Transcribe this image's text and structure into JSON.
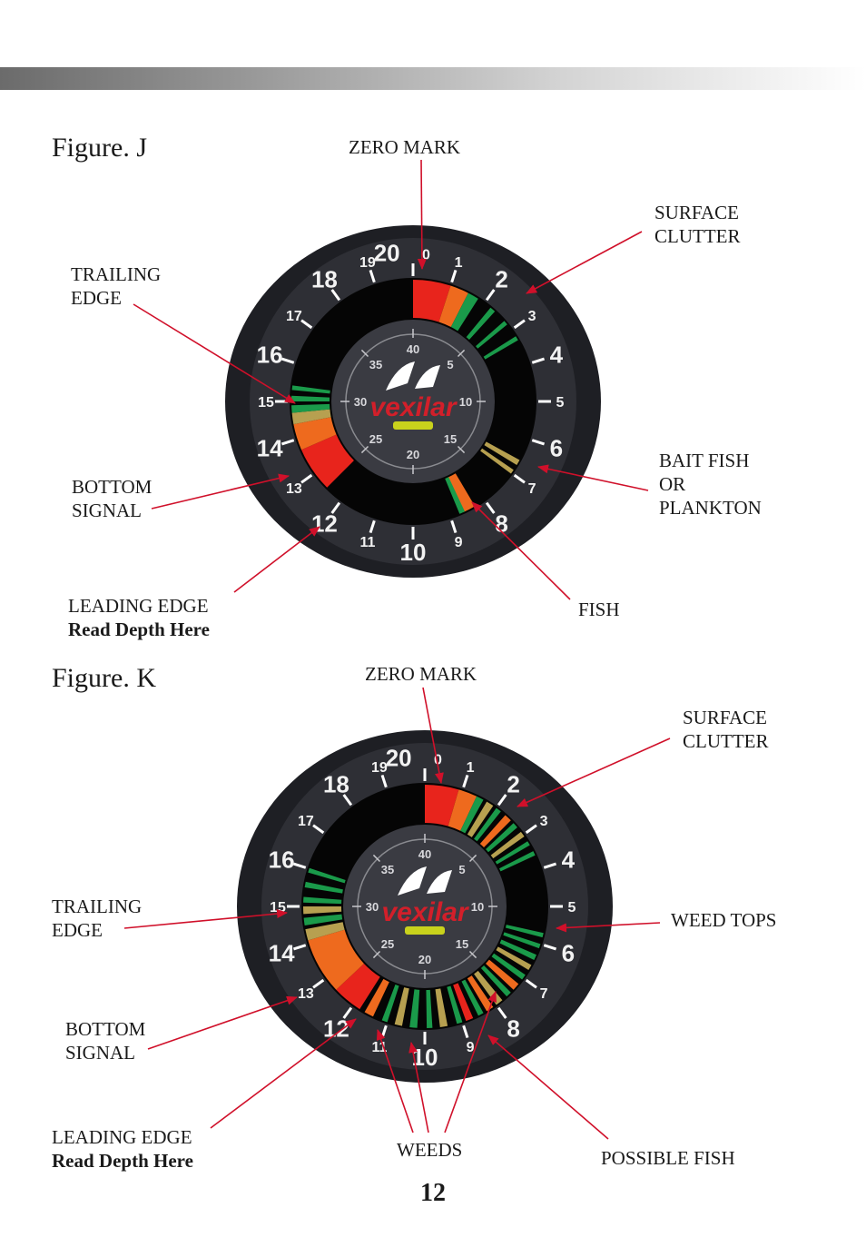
{
  "page_number": "12",
  "colors": {
    "arrow": "#d0102a",
    "red": "#e8241c",
    "orange": "#ee6a1e",
    "green": "#1a9a4a",
    "tan": "#b7a050",
    "bezel": "#2e2f35"
  },
  "logo_text": "vexilar",
  "dial_numbers": [
    "0",
    "1",
    "2",
    "3",
    "4",
    "5",
    "6",
    "7",
    "8",
    "9",
    "10",
    "11",
    "12",
    "13",
    "14",
    "15",
    "16",
    "17",
    "18",
    "19",
    "20"
  ],
  "inner_numbers": [
    "5",
    "10",
    "15",
    "20",
    "25",
    "30",
    "35",
    "40"
  ],
  "figure_j": {
    "title": "Figure. J",
    "labels": {
      "zero_mark": "ZERO MARK",
      "surface_clutter": "SURFACE\nCLUTTER",
      "trailing_edge": "TRAILING\nEDGE",
      "bait_fish": "BAIT FISH\nOR\nPLANKTON",
      "bottom_signal": "BOTTOM\nSIGNAL",
      "leading_edge": "LEADING EDGE",
      "read_depth": "Read Depth Here",
      "fish": "FISH"
    },
    "sonar_marks": [
      {
        "depth": 0.0,
        "span": 1.0,
        "color": "red"
      },
      {
        "depth": 1.0,
        "span": 0.5,
        "color": "orange"
      },
      {
        "depth": 1.5,
        "span": 0.3,
        "color": "green"
      },
      {
        "depth": 2.2,
        "span": 0.15,
        "color": "green"
      },
      {
        "depth": 2.7,
        "span": 0.12,
        "color": "green"
      },
      {
        "depth": 3.2,
        "span": 0.12,
        "color": "green"
      },
      {
        "depth": 6.6,
        "span": 0.15,
        "color": "tan"
      },
      {
        "depth": 6.9,
        "span": 0.12,
        "color": "tan"
      },
      {
        "depth": 8.3,
        "span": 0.35,
        "color": "orange"
      },
      {
        "depth": 8.6,
        "span": 0.15,
        "color": "green"
      },
      {
        "depth": 12.5,
        "span": 1.2,
        "color": "red"
      },
      {
        "depth": 13.7,
        "span": 0.7,
        "color": "orange"
      },
      {
        "depth": 14.4,
        "span": 0.3,
        "color": "tan"
      },
      {
        "depth": 14.7,
        "span": 0.2,
        "color": "green"
      },
      {
        "depth": 15.0,
        "span": 0.15,
        "color": "green"
      },
      {
        "depth": 15.3,
        "span": 0.12,
        "color": "green"
      }
    ]
  },
  "figure_k": {
    "title": "Figure. K",
    "labels": {
      "zero_mark": "ZERO MARK",
      "surface_clutter": "SURFACE\nCLUTTER",
      "trailing_edge": "TRAILING\nEDGE",
      "weed_tops": "WEED TOPS",
      "bottom_signal": "BOTTOM\nSIGNAL",
      "leading_edge": "LEADING EDGE",
      "read_depth": "Read Depth Here",
      "weeds": "WEEDS",
      "possible_fish": "POSSIBLE FISH"
    },
    "sonar_marks": [
      {
        "depth": 0.0,
        "span": 0.9,
        "color": "red"
      },
      {
        "depth": 0.9,
        "span": 0.5,
        "color": "orange"
      },
      {
        "depth": 1.4,
        "span": 0.2,
        "color": "green"
      },
      {
        "depth": 1.7,
        "span": 0.2,
        "color": "tan"
      },
      {
        "depth": 2.0,
        "span": 0.15,
        "color": "green"
      },
      {
        "depth": 2.3,
        "span": 0.2,
        "color": "orange"
      },
      {
        "depth": 2.6,
        "span": 0.15,
        "color": "green"
      },
      {
        "depth": 2.9,
        "span": 0.15,
        "color": "tan"
      },
      {
        "depth": 3.2,
        "span": 0.12,
        "color": "green"
      },
      {
        "depth": 3.5,
        "span": 0.12,
        "color": "green"
      },
      {
        "depth": 5.7,
        "span": 0.12,
        "color": "green"
      },
      {
        "depth": 6.0,
        "span": 0.12,
        "color": "green"
      },
      {
        "depth": 6.3,
        "span": 0.15,
        "color": "green"
      },
      {
        "depth": 6.6,
        "span": 0.15,
        "color": "tan"
      },
      {
        "depth": 6.9,
        "span": 0.15,
        "color": "green"
      },
      {
        "depth": 7.2,
        "span": 0.2,
        "color": "orange"
      },
      {
        "depth": 7.5,
        "span": 0.15,
        "color": "green"
      },
      {
        "depth": 7.8,
        "span": 0.2,
        "color": "tan"
      },
      {
        "depth": 8.1,
        "span": 0.2,
        "color": "orange"
      },
      {
        "depth": 8.4,
        "span": 0.15,
        "color": "green"
      },
      {
        "depth": 8.7,
        "span": 0.2,
        "color": "red"
      },
      {
        "depth": 9.0,
        "span": 0.15,
        "color": "green"
      },
      {
        "depth": 9.4,
        "span": 0.2,
        "color": "tan"
      },
      {
        "depth": 9.8,
        "span": 0.15,
        "color": "green"
      },
      {
        "depth": 10.2,
        "span": 0.2,
        "color": "green"
      },
      {
        "depth": 10.6,
        "span": 0.2,
        "color": "tan"
      },
      {
        "depth": 11.0,
        "span": 0.15,
        "color": "green"
      },
      {
        "depth": 11.4,
        "span": 0.25,
        "color": "orange"
      },
      {
        "depth": 11.8,
        "span": 0.8,
        "color": "red"
      },
      {
        "depth": 12.6,
        "span": 1.5,
        "color": "orange"
      },
      {
        "depth": 14.1,
        "span": 0.3,
        "color": "tan"
      },
      {
        "depth": 14.5,
        "span": 0.2,
        "color": "green"
      },
      {
        "depth": 14.8,
        "span": 0.2,
        "color": "tan"
      },
      {
        "depth": 15.1,
        "span": 0.15,
        "color": "green"
      },
      {
        "depth": 15.5,
        "span": 0.15,
        "color": "green"
      },
      {
        "depth": 15.9,
        "span": 0.12,
        "color": "green"
      }
    ]
  }
}
